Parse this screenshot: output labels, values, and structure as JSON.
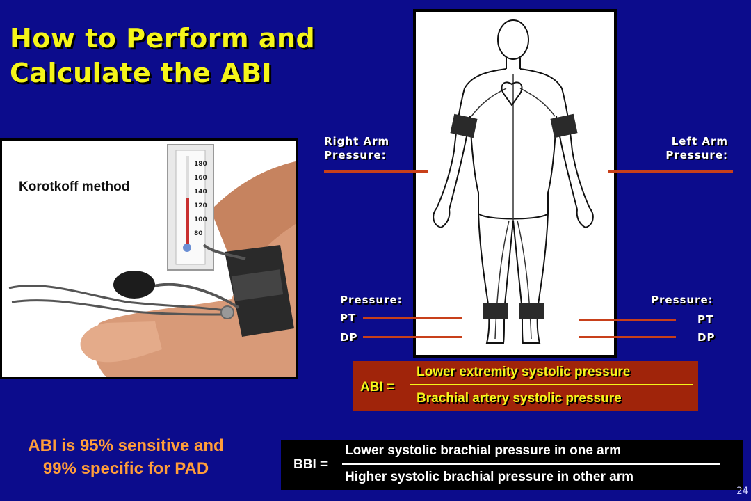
{
  "slide": {
    "title_lines": [
      "How to Perform and",
      "Calculate the ABI"
    ],
    "page_number": "24",
    "colors": {
      "background": "#0c0c8c",
      "title": "#f5f51a",
      "leader": "#c8401a",
      "abi_box": "#a0240a",
      "stat_text": "#ff9d3a"
    }
  },
  "photo": {
    "label": "Korotkoff method",
    "gauge_ticks": [
      "180",
      "160",
      "140",
      "120",
      "100",
      "80"
    ]
  },
  "diagram": {
    "right_arm_label": [
      "Right Arm",
      "Pressure:"
    ],
    "left_arm_label": [
      "Left Arm",
      "Pressure:"
    ],
    "right_leg": {
      "pressure": "Pressure:",
      "pt": "PT",
      "dp": "DP"
    },
    "left_leg": {
      "pressure": "Pressure:",
      "pt": "PT",
      "dp": "DP"
    }
  },
  "abi": {
    "label": "ABI =",
    "numerator": "Lower extremity systolic pressure",
    "denominator": "Brachial artery systolic pressure"
  },
  "stat": [
    "ABI is 95% sensitive and",
    "99% specific for PAD"
  ],
  "bbi": {
    "label": "BBI =",
    "numerator": "Lower systolic brachial pressure in one arm",
    "denominator": "Higher systolic brachial pressure in other arm"
  }
}
